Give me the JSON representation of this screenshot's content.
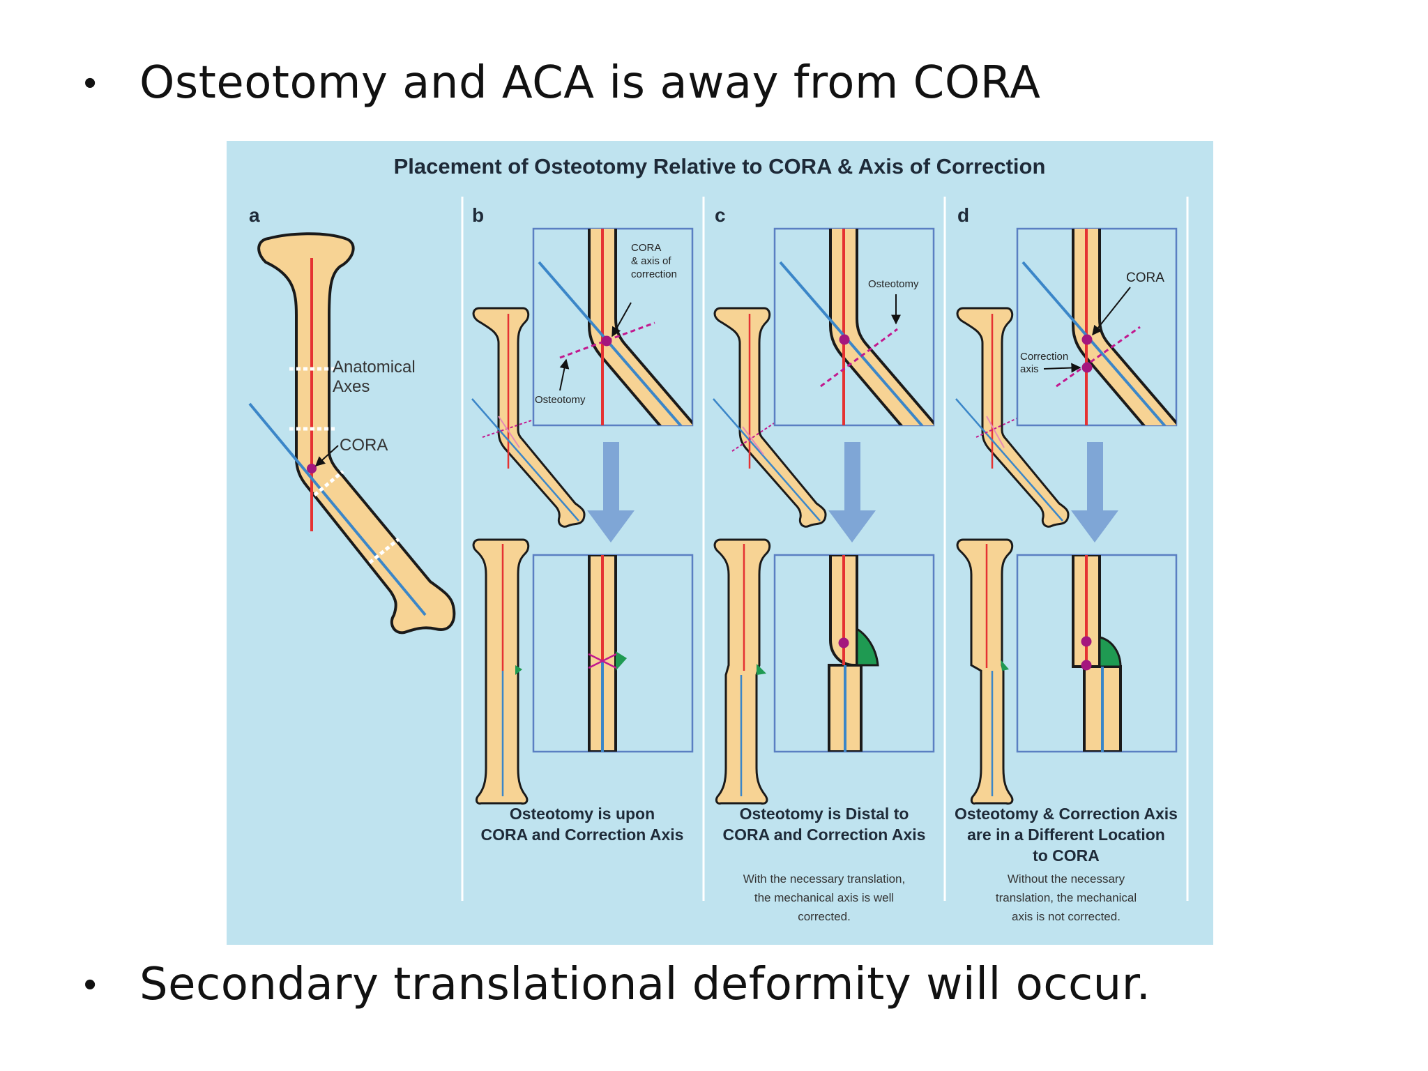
{
  "slide": {
    "bullet1": "Osteotomy and ACA is away from CORA",
    "bullet2": "Secondary translational deformity will occur.",
    "bullet_symbol": "•"
  },
  "figure": {
    "title": "Placement of Osteotomy Relative to CORA & Axis of Correction",
    "colors": {
      "background": "#bfe3ef",
      "bone": "#f7d394",
      "bone_outline": "#1a1a1a",
      "anatomical_axis": "#e53232",
      "distal_axis": "#3b86c8",
      "osteotomy_line": "#c2188e",
      "cora_point": "#a4177e",
      "wedge": "#1f9a52",
      "arrow": "#7fa6d6",
      "frame": "#5a7fc2"
    },
    "panel_a": {
      "letter": "a",
      "label_anatomical_line1": "Anatomical",
      "label_anatomical_line2": "Axes",
      "label_cora": "CORA"
    },
    "panel_b": {
      "letter": "b",
      "callout_line1": "CORA",
      "callout_line2": "& axis of",
      "callout_line3": "correction",
      "callout_osteotomy": "Osteotomy",
      "caption_line1": "Osteotomy is upon",
      "caption_line2": "CORA and Correction Axis"
    },
    "panel_c": {
      "letter": "c",
      "callout_osteotomy": "Osteotomy",
      "caption_line1": "Osteotomy is Distal to",
      "caption_line2": "CORA and Correction Axis",
      "note_line1": "With the necessary translation,",
      "note_line2": "the mechanical axis is well",
      "note_line3": "corrected."
    },
    "panel_d": {
      "letter": "d",
      "callout_cora": "CORA",
      "callout_correction_line1": "Correction",
      "callout_correction_line2": "axis",
      "caption_line1": "Osteotomy & Correction Axis",
      "caption_line2": "are in a Different Location",
      "caption_line3": "to CORA",
      "note_line1": "Without the necessary",
      "note_line2": "translation, the mechanical",
      "note_line3": "axis is not corrected."
    }
  }
}
